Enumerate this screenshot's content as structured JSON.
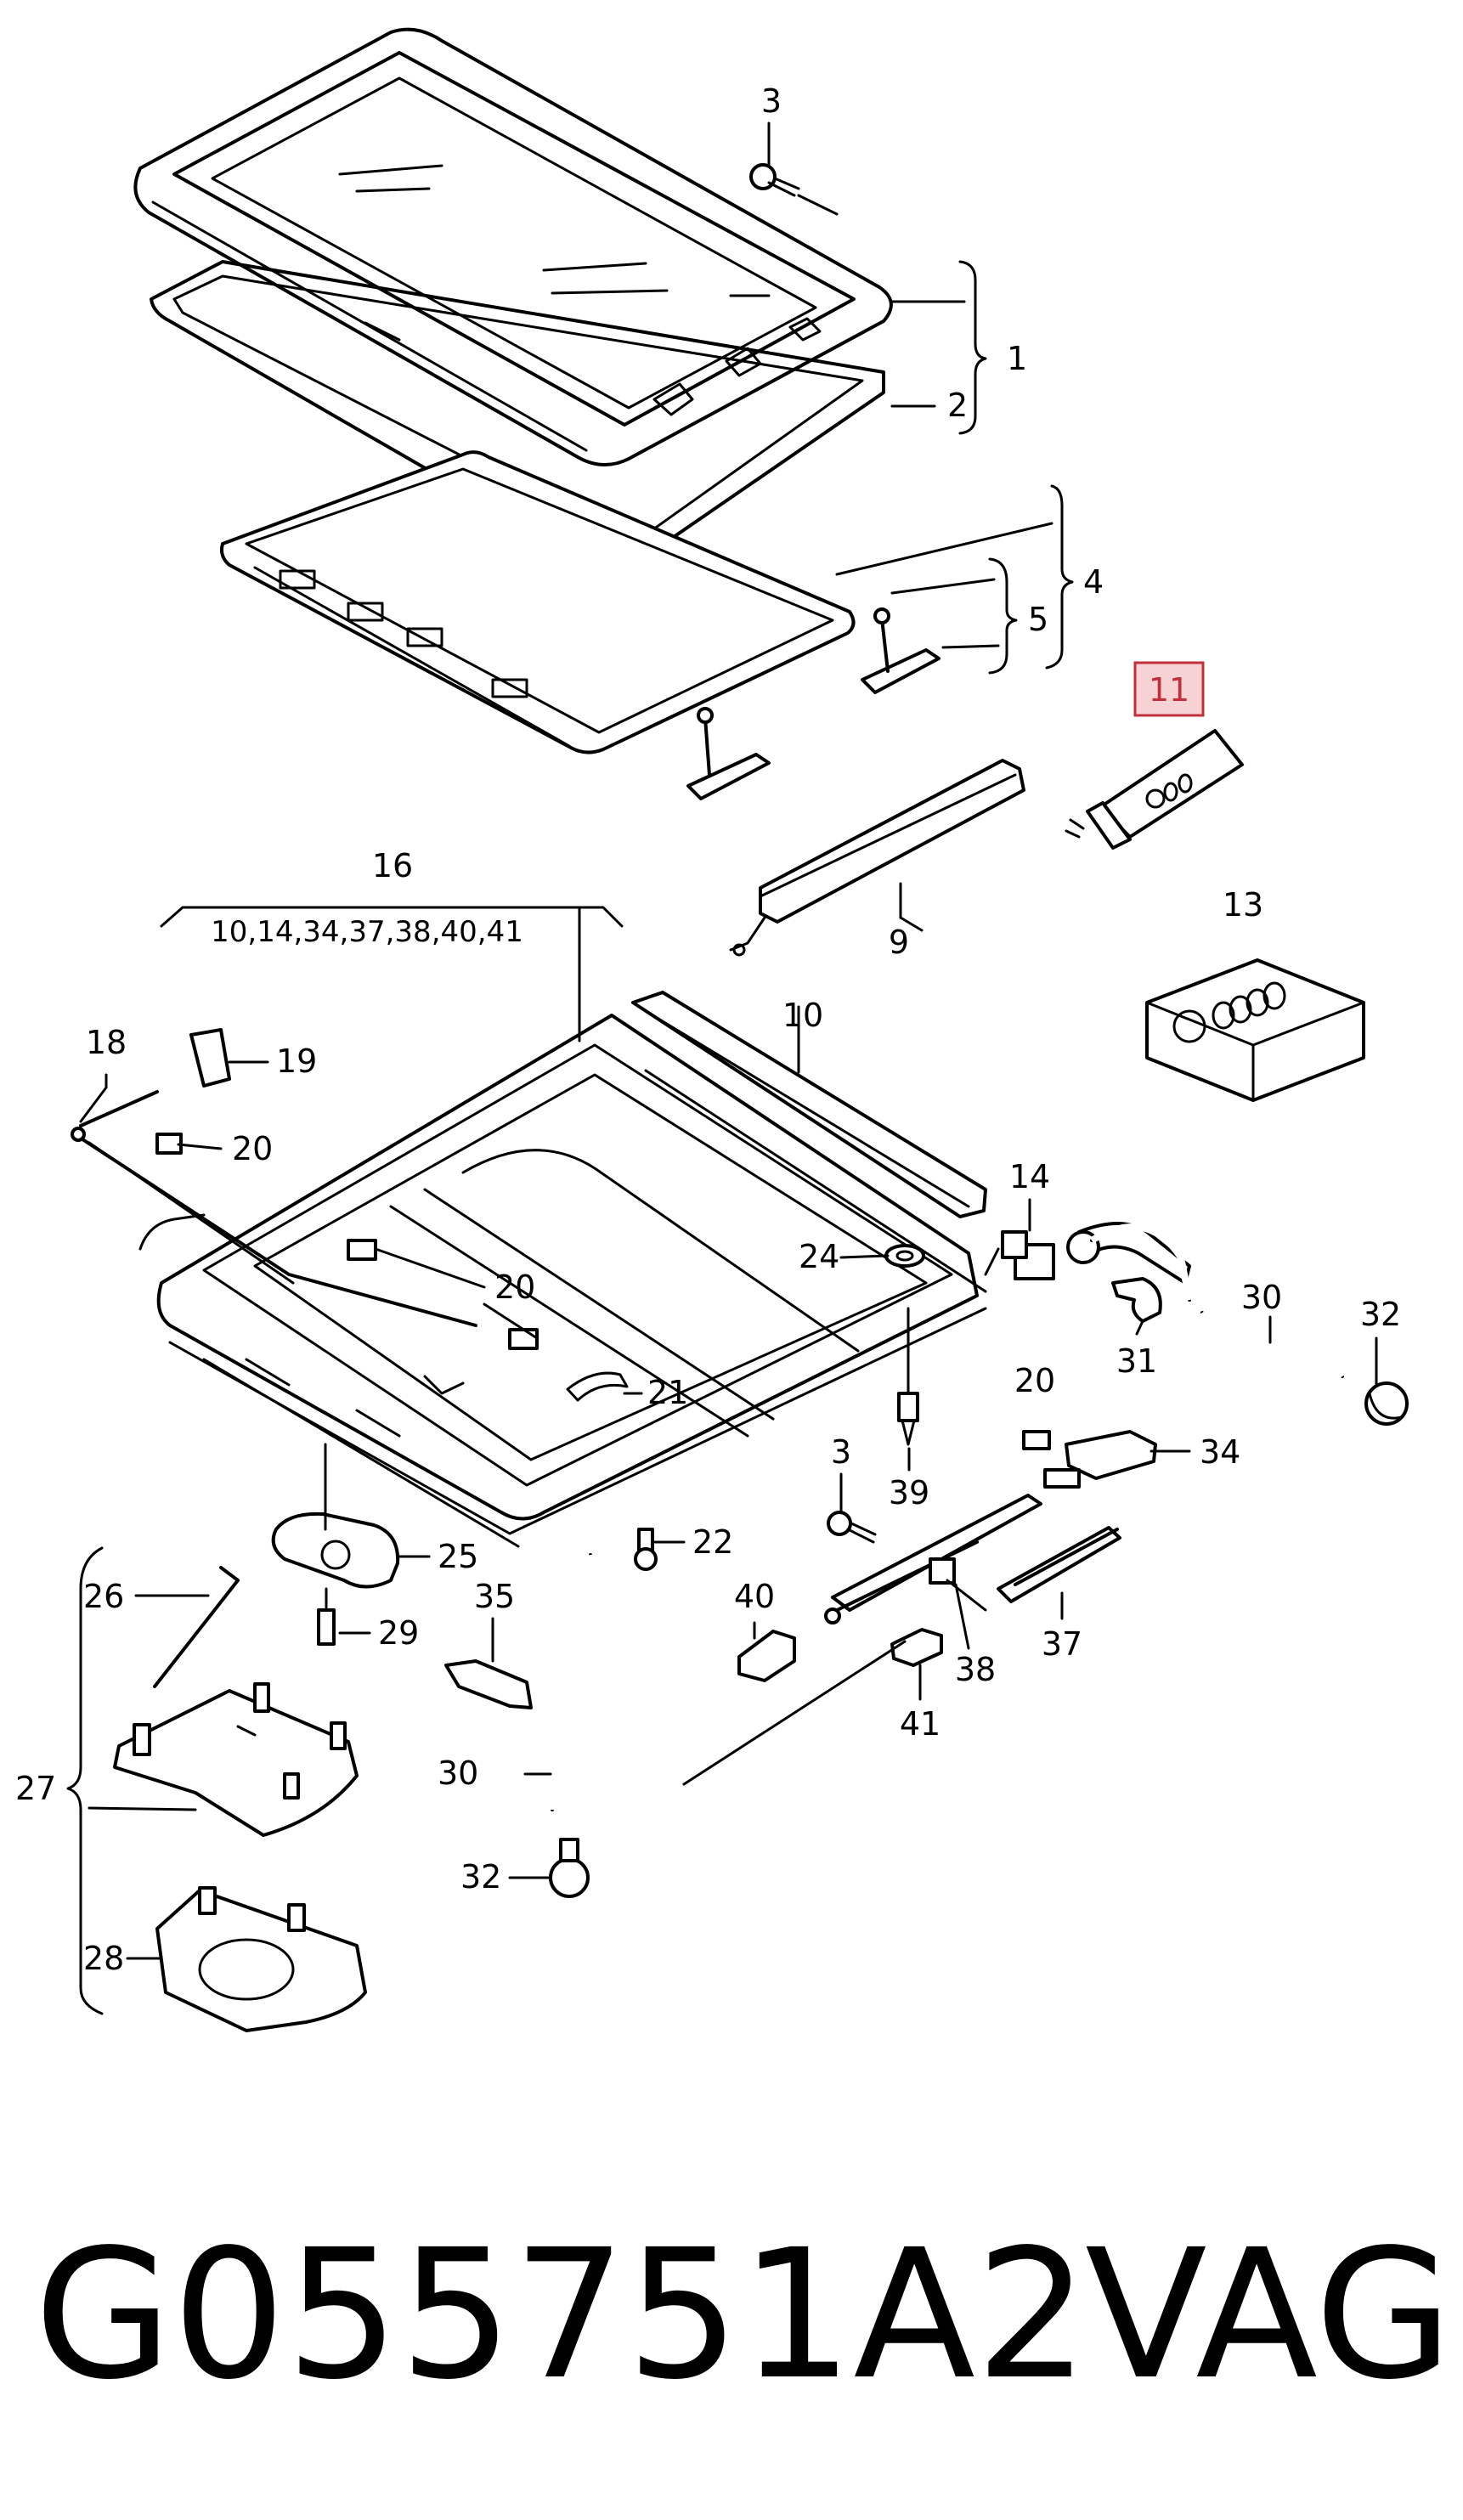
{
  "labels": {
    "l1": "1",
    "l2": "2",
    "l3a": "3",
    "l3b": "3",
    "l4": "4",
    "l5": "5",
    "l9": "9",
    "l10": "10",
    "l11": "11",
    "l13": "13",
    "l14": "14",
    "l16": "16",
    "l16_sub": "10,14,34,37,38,40,41",
    "l18": "18",
    "l19": "19",
    "l20a": "20",
    "l20b": "20",
    "l20c": "20",
    "l21": "21",
    "l22": "22",
    "l24": "24",
    "l25": "25",
    "l26": "26",
    "l27": "27",
    "l28": "28",
    "l29": "29",
    "l30a": "30",
    "l30b": "30",
    "l31": "31",
    "l32a": "32",
    "l32b": "32",
    "l34": "34",
    "l35": "35",
    "l37": "37",
    "l38": "38",
    "l39": "39",
    "l40": "40",
    "l41": "41"
  },
  "highlight_color": "#c0303a",
  "footer": {
    "part_number": "G055751A2",
    "brand": "VAG"
  }
}
